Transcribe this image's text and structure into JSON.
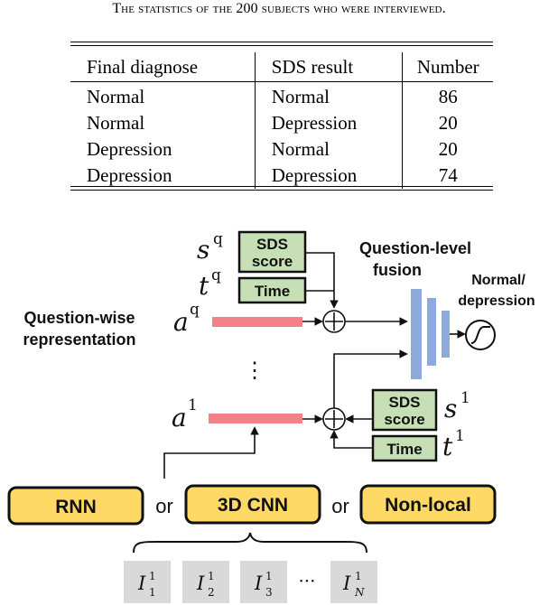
{
  "caption": "The statistics of the 200 subjects who were interviewed.",
  "table": {
    "headers": [
      "Final diagnose",
      "SDS result",
      "Number"
    ],
    "rows": [
      [
        "Normal",
        "Normal",
        "86"
      ],
      [
        "Normal",
        "Depression",
        "20"
      ],
      [
        "Depression",
        "Normal",
        "20"
      ],
      [
        "Depression",
        "Depression",
        "74"
      ]
    ]
  },
  "diagram": {
    "sds_score_top": [
      "SDS",
      "score"
    ],
    "time_top": "Time",
    "sds_score_bottom": [
      "SDS",
      "score"
    ],
    "time_bottom": "Time",
    "question_level_fusion": [
      "Question-level",
      "fusion"
    ],
    "output_label": [
      "Normal/",
      "depression"
    ],
    "question_wise_representation": [
      "Question-wise",
      "representation"
    ],
    "ellipsis_vertical": "⋮",
    "encoders": [
      "RNN",
      "3D CNN",
      "Non-local"
    ],
    "or_word": "or",
    "frames_ellipsis": "···",
    "sym_s": "s",
    "sym_t": "t",
    "sym_a": "a",
    "sym_I": "I",
    "sup_q": "q",
    "sup_1": "1",
    "frame_subs": [
      "1",
      "2",
      "3",
      "N"
    ],
    "colors": {
      "green_box": "#c6dfb4",
      "blue_bar": "#8ea9db",
      "pink_bar": "#f4808a",
      "encoder_box": "#ffd966",
      "frame_box": "#d9d9d9"
    }
  }
}
